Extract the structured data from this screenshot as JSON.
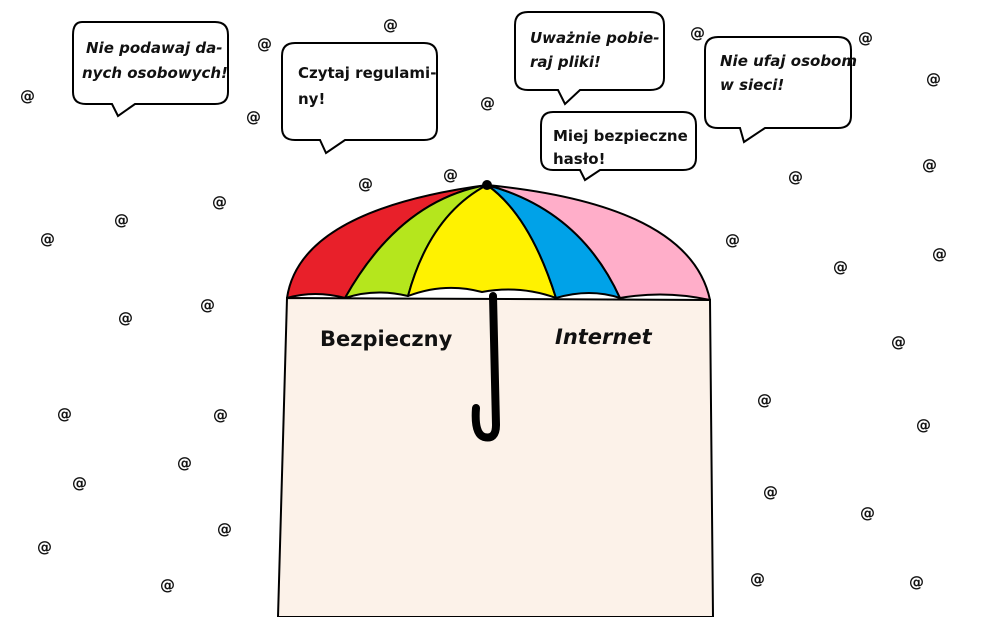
{
  "title": {
    "left": "Bezpieczny",
    "right": "Internet"
  },
  "bubbles": [
    {
      "lines": [
        "Nie podawaj da-",
        "nych osobowych!"
      ]
    },
    {
      "lines": [
        "Czytaj regulami-",
        "ny!"
      ]
    },
    {
      "lines": [
        "Uważnie pobie-",
        "raj pliki!"
      ]
    },
    {
      "lines": [
        "Nie ufaj osobom",
        "w sieci!"
      ]
    },
    {
      "lines": [
        "Miej bezpieczne",
        "hasło!"
      ]
    }
  ],
  "rain_symbol": "@",
  "colors": {
    "umbrella_red": "#e8202a",
    "umbrella_green": "#b5e61d",
    "umbrella_yellow": "#fff200",
    "umbrella_blue": "#00a2e8",
    "umbrella_pink": "#ffaec9",
    "shield_fill": "#fcf2e9",
    "handle": "#000000"
  }
}
